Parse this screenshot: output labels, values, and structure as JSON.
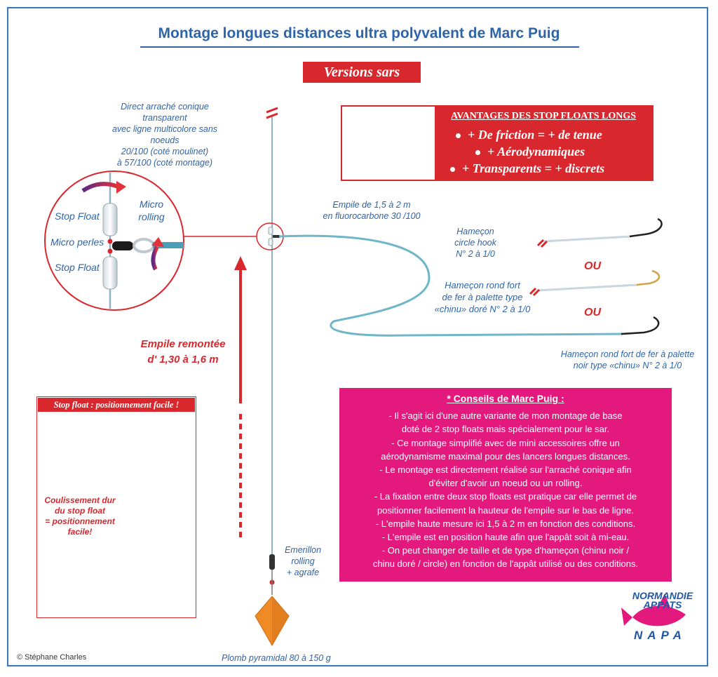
{
  "title": "Montage longues distances ultra polyvalent de Marc Puig",
  "version_label": "Versions sars",
  "main_line_label": [
    "Direct arraché conique transparent",
    "avec ligne multicolore sans noeuds",
    "20/100 (coté moulinet)",
    "à 57/100 (coté montage)"
  ],
  "detail_labels": {
    "stop_float_top": "Stop Float",
    "micro_perles": "Micro perles",
    "stop_float_bottom": "Stop Float",
    "micro_rolling": [
      "Micro",
      "rolling"
    ]
  },
  "advantages": {
    "title": "AVANTAGES DES STOP FLOATS LONGS",
    "items": [
      "+ De friction = + de tenue",
      "+ Aérodynamiques",
      "+ Transparents = + discrets"
    ]
  },
  "leader_label": [
    "Empile de 1,5  à 2 m",
    "en fluorocarbone 30 /100"
  ],
  "hooks": [
    {
      "label": [
        "Hameçon",
        "circle hook",
        "N° 2 à 1/0"
      ]
    },
    {
      "label": [
        "Hameçon rond fort",
        "de fer à palette type",
        "«chinu» doré N° 2 à 1/0"
      ]
    },
    {
      "label": [
        "Hameçon rond fort de fer à palette",
        "noir type «chinu» N° 2 à 1/0"
      ]
    }
  ],
  "or_label": "OU",
  "leader_raised": [
    "Empile remontée",
    "d' 1,30 à 1,6 m"
  ],
  "inset": {
    "title": "Stop float : positionnement facile !",
    "note": [
      "Coulissement dur",
      "du stop float",
      "= positionnement",
      "facile!"
    ]
  },
  "swivel_label": [
    "Emerillon",
    "rolling",
    "+ agrafe"
  ],
  "sinker_label": "Plomb pyramidal 80 à 150 g",
  "tips": {
    "title": "* Conseils de Marc Puig :",
    "lines": [
      "- Il s'agit ici d'une autre variante de mon montage de base",
      "doté de 2 stop floats mais spécialement pour le sar.",
      "-  Ce montage simplifié avec de mini accessoires offre un",
      "aérodynamisme maximal pour des lancers longues distances.",
      "- Le montage est directement réalisé sur l'arraché conique afin",
      "d'éviter d'avoir un noeud ou un rolling.",
      "- La fixation entre deux stop floats est pratique car elle permet de",
      "positionner facilement la hauteur de l'empile sur le bas de ligne.",
      "- L'empile haute mesure ici 1,5 à 2 m en fonction des conditions.",
      "- L'empile est en position haute afin que l'appât soit à mi-eau.",
      "-  On peut changer de taille et de type d'hameçon (chinu noir /",
      "chinu doré / circle) en fonction de l'appât utilisé ou des conditions."
    ]
  },
  "logo": {
    "line1": "NORMANDIE",
    "line2": "APPATS",
    "line3": "NAPA"
  },
  "copyright": "© Stéphane Charles",
  "colors": {
    "blue": "#2e64a8",
    "red": "#d9272e",
    "pink": "#e3197d",
    "teal": "#4a9eb5",
    "sinker": "#f08a24"
  }
}
